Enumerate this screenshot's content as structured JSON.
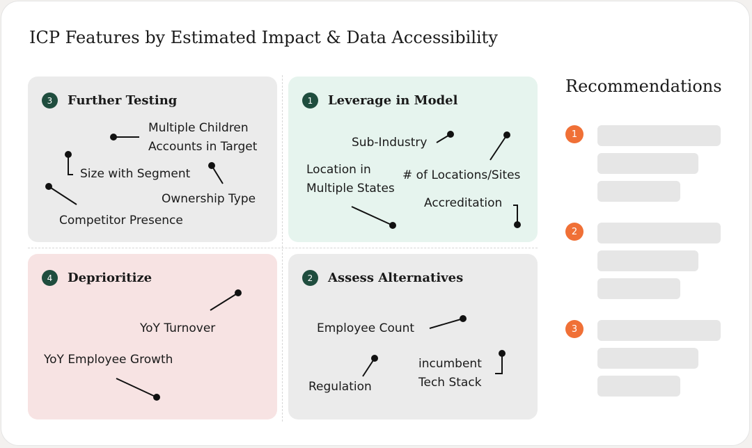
{
  "title": "ICP Features by Estimated Impact & Data Accessibility",
  "quadrants": {
    "further_testing": {
      "number": "3",
      "title": "Further Testing",
      "items": [
        "Multiple Children\nAccounts in Target",
        "Size with Segment",
        "Ownership Type",
        "Competitor Presence"
      ]
    },
    "leverage": {
      "number": "1",
      "title": "Leverage in Model",
      "items": [
        "Sub-Industry",
        "Location in\nMultiple States",
        "# of Locations/Sites",
        "Accreditation"
      ]
    },
    "deprioritize": {
      "number": "4",
      "title": "Deprioritize",
      "items": [
        "YoY Turnover",
        "YoY Employee Growth"
      ]
    },
    "assess": {
      "number": "2",
      "title": "Assess Alternatives",
      "items": [
        "Employee Count",
        "Regulation",
        "incumbent\nTech Stack"
      ]
    }
  },
  "recommendations": {
    "title": "Recommendations",
    "items": [
      {
        "number": "1"
      },
      {
        "number": "2"
      },
      {
        "number": "3"
      }
    ]
  },
  "colors": {
    "badge_dark": "#1f4d3e",
    "badge_orange": "#f07036",
    "quad_gray": "#ebebeb",
    "quad_green": "#e6f4ee",
    "quad_pink": "#f7e3e3"
  }
}
